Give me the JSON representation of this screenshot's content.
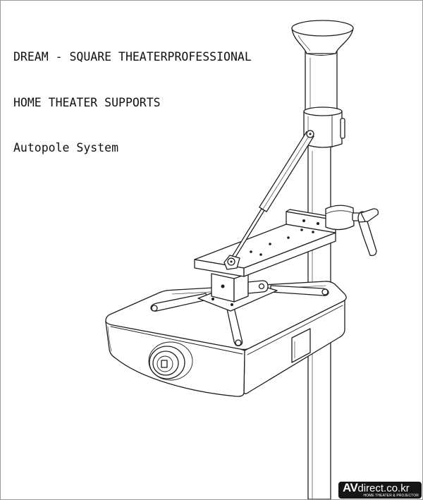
{
  "header": {
    "line1": "DREAM - SQUARE THEATERPROFESSIONAL",
    "line2": "HOME THEATER SUPPORTS",
    "line3": "Autopole System"
  },
  "logo": {
    "prefix": "AV",
    "name": "direct.co.kr",
    "tagline": "HOME THEATER & PROJECTOR"
  },
  "colors": {
    "background": "#ffffff",
    "line_art": "#1e1e1e",
    "text": "#111111",
    "frame": "#9a9a9a",
    "logo_background": "#151515",
    "logo_text": "#ffffff"
  }
}
